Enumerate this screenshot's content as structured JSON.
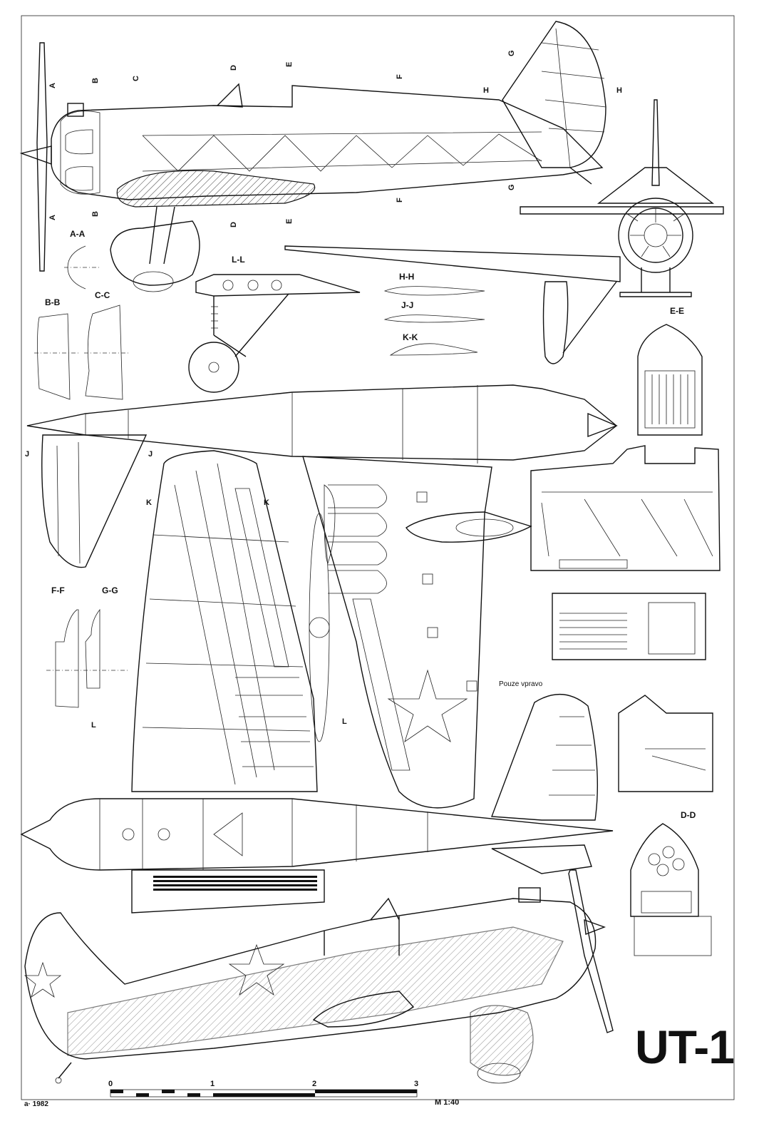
{
  "drawing": {
    "title": "UT-1",
    "year_mark": "a· 1982",
    "scale_ratio": "M 1:40",
    "scale_ticks": [
      "0",
      "1",
      "2",
      "3"
    ],
    "note": "Pouze vpravo"
  },
  "section_labels": {
    "aa": "A-A",
    "bb": "B-B",
    "cc": "C-C",
    "dd": "D-D",
    "ee": "E-E",
    "ff": "F-F",
    "gg": "G-G",
    "hh": "H-H",
    "jj": "J-J",
    "kk": "K-K",
    "ll": "L-L"
  },
  "cut_marks": {
    "a": "A",
    "b": "B",
    "c": "C",
    "d": "D",
    "e": "E",
    "f": "F",
    "g": "G",
    "h": "H",
    "j": "J",
    "k": "K",
    "l": "L"
  }
}
